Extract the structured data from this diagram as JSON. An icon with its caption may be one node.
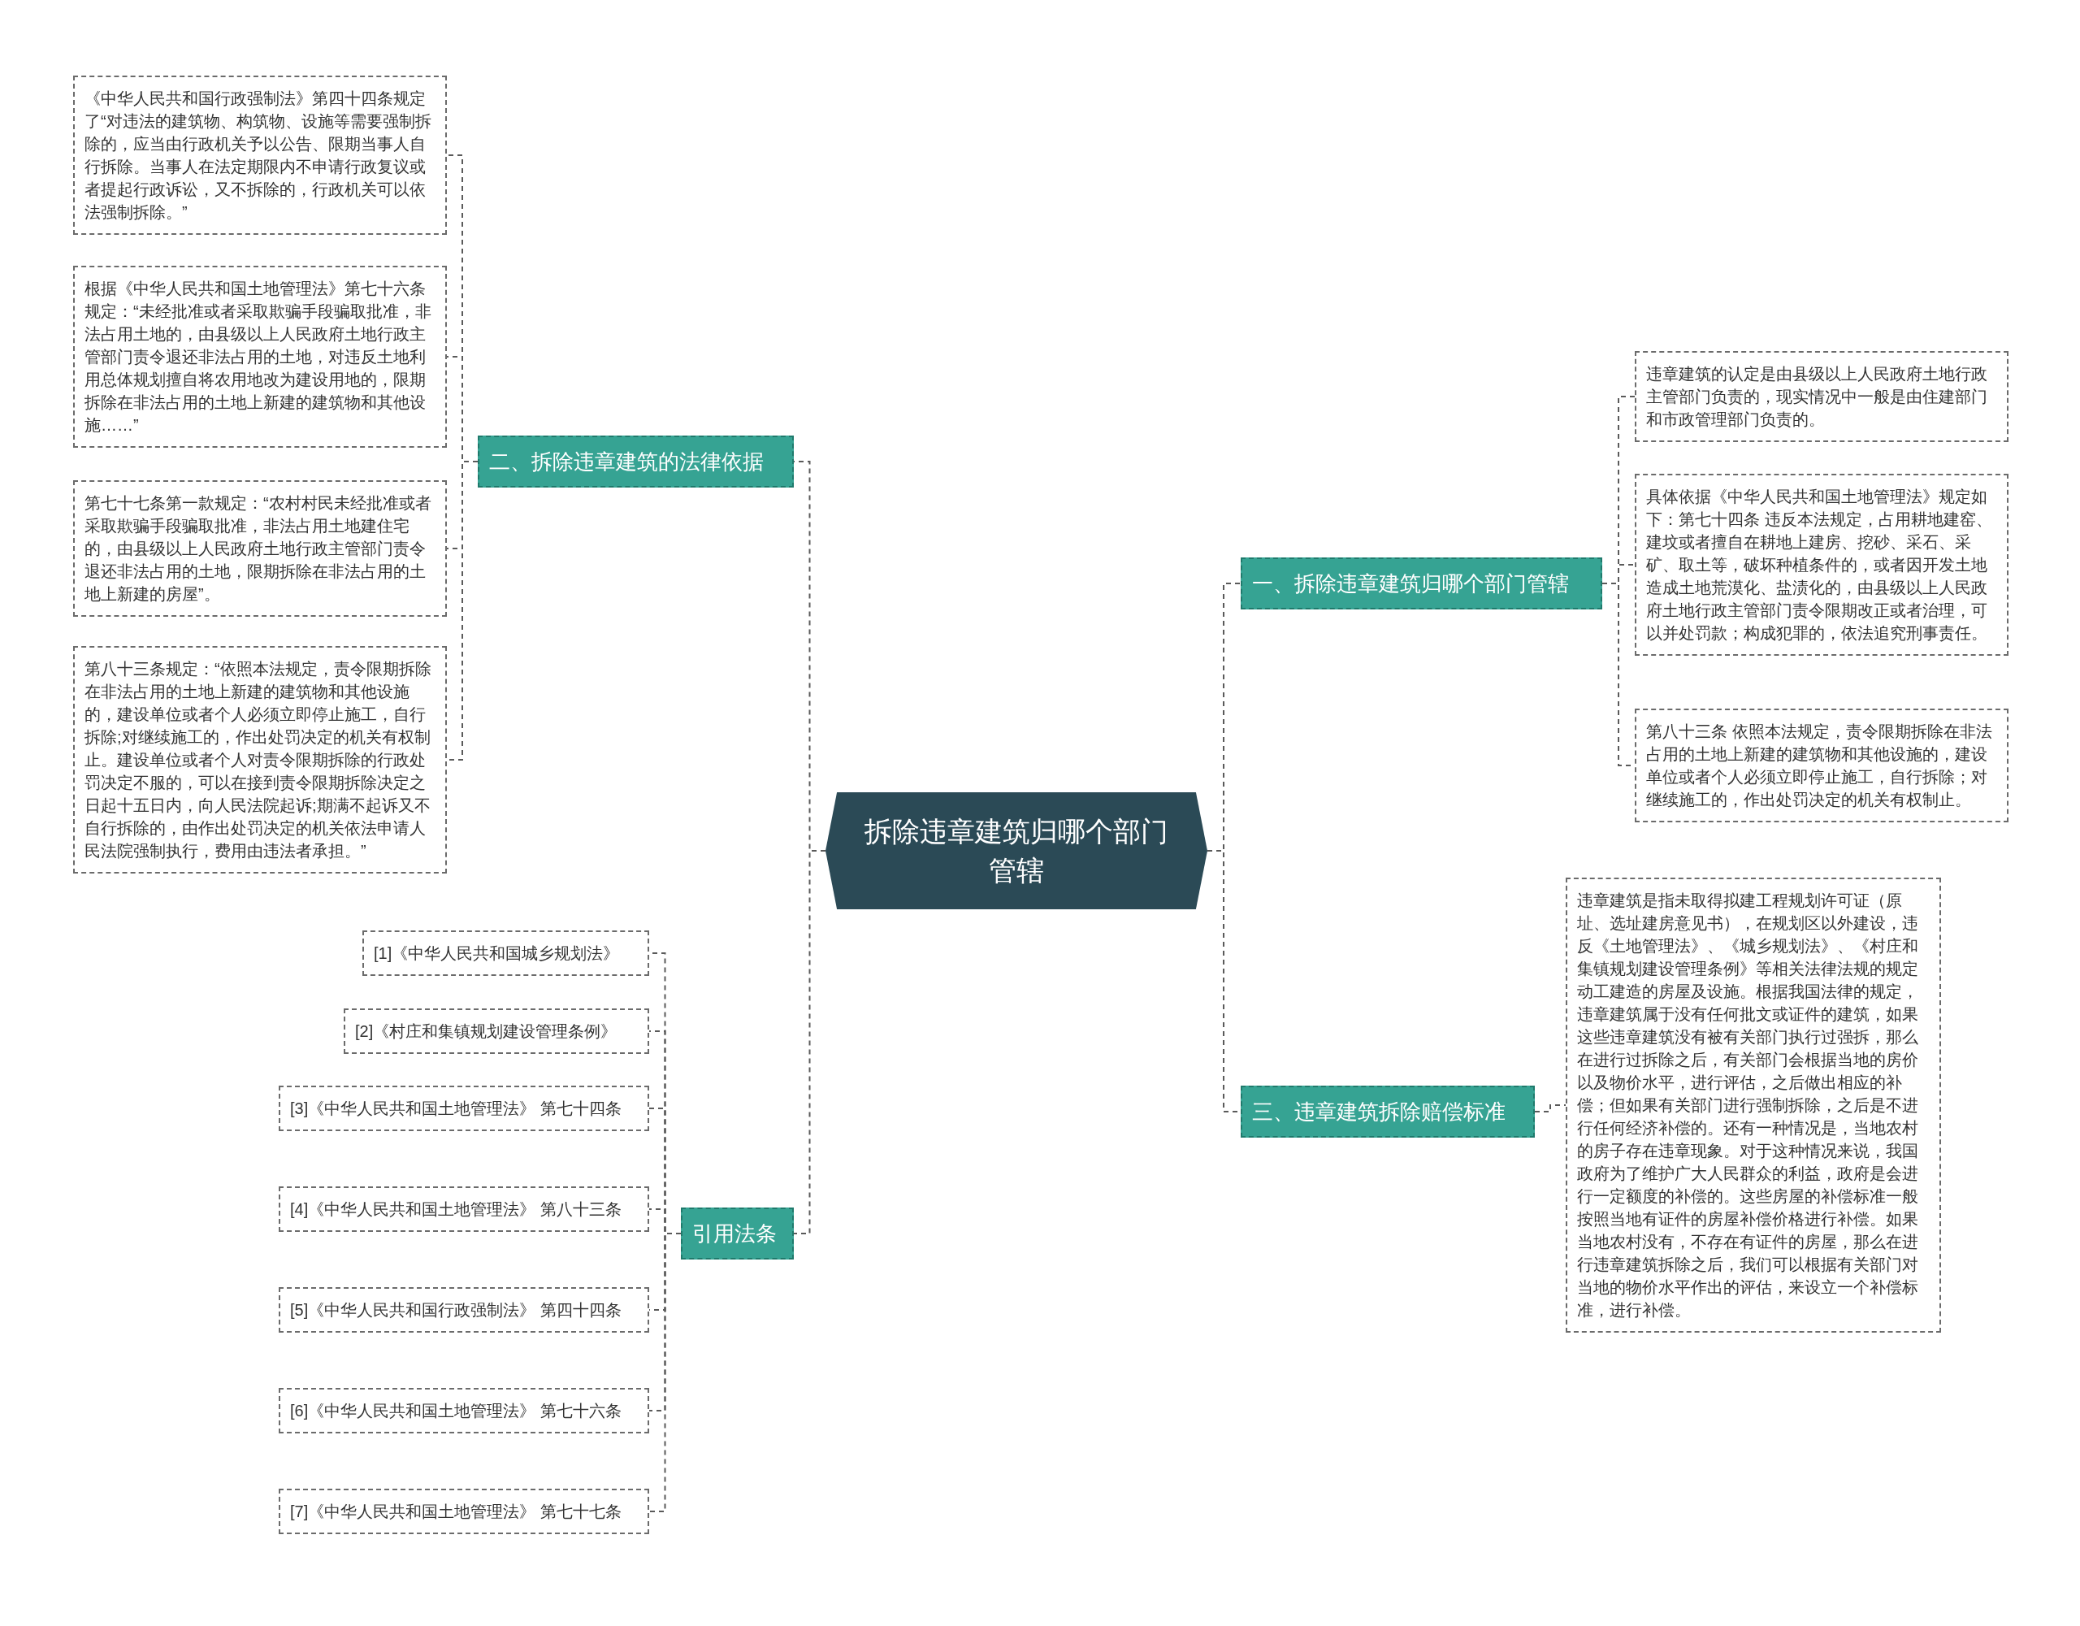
{
  "diagram": {
    "nodes": [
      {
        "text": [
          "拆除违章建筑归哪个部门管辖"
        ]
      },
      {
        "text": [
          "一、拆除违章建筑归哪个部门管辖"
        ]
      },
      {
        "text": [
          "违章建筑的认定是由县级以上人民政府土地行政主管部门负责的，现实情况中一般是由住建部门和市政管理部门负责的。"
        ]
      },
      {
        "text": [
          "具体依据《中华人民共和国土地管理法》规定如下：第七十四条 违反本法规定，占用耕地建窑、建坟或者擅自在耕地上建房、挖砂、采石、采矿、取土等，破坏种植条件的，或者因开发土地造成土地荒漠化、盐渍化的，由县级以上人民政府土地行政主管部门责令限期改正或者治理，可以并处罚款；构成犯罪的，依法追究刑事责任。"
        ]
      },
      {
        "text": [
          "第八十三条 依照本法规定，责令限期拆除在非法占用的土地上新建的建筑物和其他设施的，建设单位或者个人必须立即停止施工，自行拆除；对继续施工的，作出处罚决定的机关有权制止。"
        ]
      },
      {
        "text": [
          "三、违章建筑拆除赔偿标准"
        ]
      },
      {
        "text": [
          "违章建筑是指未取得拟建工程规划许可证（原址、选址建房意见书），在规划区以外建设，违反《土地管理法》、《城乡规划法》、《村庄和集镇规划建设管理条例》等相关法律法规的规定动工建造的房屋及设施。根据我国法律的规定，违章建筑属于没有任何批文或证件的建筑，如果这些违章建筑没有被有关部门执行过强拆，那么在进行过拆除之后，有关部门会根据当地的房价以及物价水平，进行评估，之后做出相应的补偿；但如果有关部门进行强制拆除，之后是不进行任何经济补偿的。还有一种情况是，当地农村的房子存在违章现象。对于这种情况来说，我国政府为了维护广大人民群众的利益，政府是会进行一定额度的补偿的。这些房屋的补偿标准一般按照当地有证件的房屋补偿价格进行补偿。如果当地农村没有，不存在有证件的房屋，那么在进行违章建筑拆除之后，我们可以根据有关部门对当地的物价水平作出的评估，来设立一个补偿标准，进行补偿。"
        ]
      },
      {
        "text": [
          "二、拆除违章建筑的法律依据"
        ]
      },
      {
        "text": [
          "《中华人民共和国行政强制法》第四十四条规定了“对违法的建筑物、构筑物、设施等需要强制拆除的，应当由行政机关予以公告、限期当事人自行拆除。当事人在法定期限内不申请行政复议或者提起行政诉讼，又不拆除的，行政机关可以依法强制拆除。”"
        ]
      },
      {
        "text": [
          "根据《中华人民共和国土地管理法》第七十六条规定：“未经批准或者采取欺骗手段骗取批准，非法占用土地的，由县级以上人民政府土地行政主管部门责令退还非法占用的土地，对违反土地利用总体规划擅自将农用地改为建设用地的，限期拆除在非法占用的土地上新建的建筑物和其他设施……”"
        ]
      },
      {
        "text": [
          "第七十七条第一款规定：“农村村民未经批准或者采取欺骗手段骗取批准，非法占用土地建住宅的，由县级以上人民政府土地行政主管部门责令退还非法占用的土地，限期拆除在非法占用的土地上新建的房屋”。"
        ]
      },
      {
        "text": [
          "第八十三条规定：“依照本法规定，责令限期拆除在非法占用的土地上新建的建筑物和其他设施的，建设单位或者个人必须立即停止施工，自行拆除;对继续施工的，作出处罚决定的机关有权制止。建设单位或者个人对责令限期拆除的行政处罚决定不服的，可以在接到责令限期拆除决定之日起十五日内，向人民法院起诉;期满不起诉又不自行拆除的，由作出处罚决定的机关依法申请人民法院强制执行，费用由违法者承担。”"
        ]
      },
      {
        "text": [
          "引用法条"
        ]
      },
      {
        "text": [
          "[1]《中华人民共和国城乡规划法》"
        ]
      },
      {
        "text": [
          "[2]《村庄和集镇规划建设管理条例》"
        ]
      },
      {
        "text": [
          "[3]《中华人民共和国土地管理法》 第七十四条"
        ]
      },
      {
        "text": [
          "[4]《中华人民共和国土地管理法》 第八十三条"
        ]
      },
      {
        "text": [
          "[5]《中华人民共和国行政强制法》 第四十四条"
        ]
      },
      {
        "text": [
          "[6]《中华人民共和国土地管理法》 第七十六条"
        ]
      },
      {
        "text": [
          "[7]《中华人民共和国土地管理法》 第七十七条"
        ]
      }
    ],
    "edges": [
      {
        "from": 0,
        "to": 1,
        "arrow": "none"
      },
      {
        "from": 1,
        "to": 2,
        "arrow": "none"
      },
      {
        "from": 1,
        "to": 3,
        "arrow": "none"
      },
      {
        "from": 1,
        "to": 4,
        "arrow": "none"
      },
      {
        "from": 0,
        "to": 5,
        "arrow": "none"
      },
      {
        "from": 5,
        "to": 6,
        "arrow": "none"
      },
      {
        "from": 0,
        "to": 7,
        "arrow": "none"
      },
      {
        "from": 7,
        "to": 8,
        "arrow": "none"
      },
      {
        "from": 7,
        "to": 9,
        "arrow": "none"
      },
      {
        "from": 7,
        "to": 10,
        "arrow": "none"
      },
      {
        "from": 7,
        "to": 11,
        "arrow": "none"
      },
      {
        "from": 0,
        "to": 12,
        "arrow": "none"
      },
      {
        "from": 12,
        "to": 13,
        "arrow": "none"
      },
      {
        "from": 12,
        "to": 14,
        "arrow": "none"
      },
      {
        "from": 12,
        "to": 15,
        "arrow": "none"
      },
      {
        "from": 12,
        "to": 16,
        "arrow": "none"
      },
      {
        "from": 12,
        "to": 17,
        "arrow": "none"
      },
      {
        "from": 12,
        "to": 18,
        "arrow": "none"
      },
      {
        "from": 12,
        "to": 19,
        "arrow": "none"
      }
    ]
  }
}
